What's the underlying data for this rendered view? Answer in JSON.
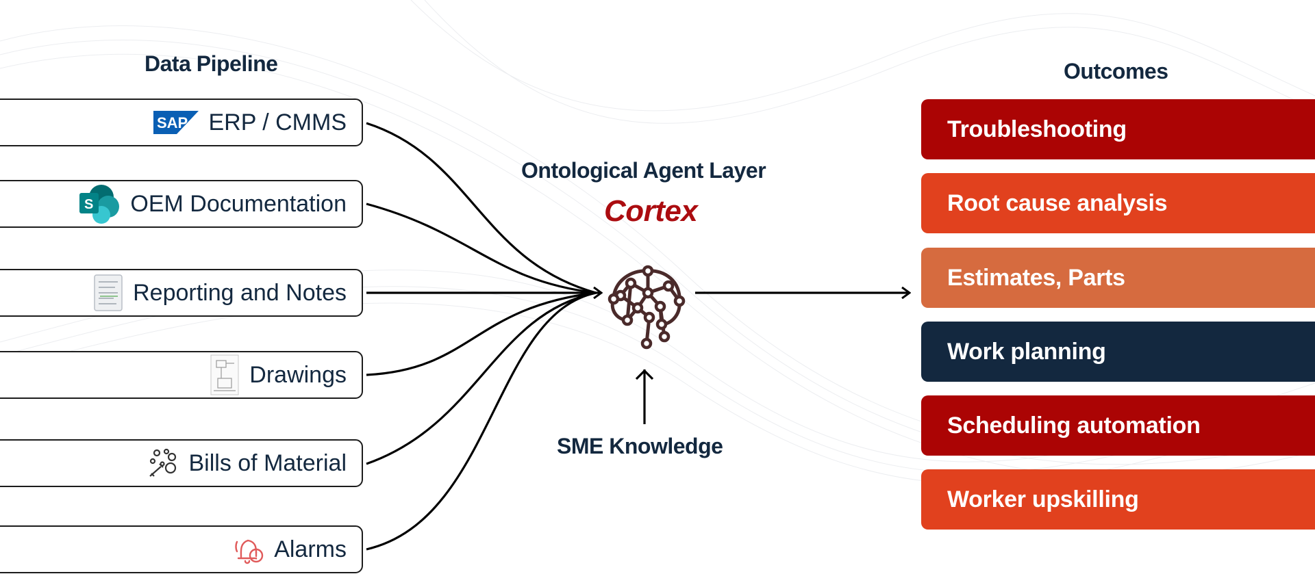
{
  "headings": {
    "data_pipeline": "Data Pipeline",
    "outcomes": "Outcomes",
    "agent_layer": "Ontological Agent Layer",
    "cortex": "Cortex",
    "sme": "SME Knowledge"
  },
  "sources": [
    {
      "label": "ERP / CMMS",
      "icon": "sap-logo-icon",
      "logo_text": "SAP"
    },
    {
      "label": "OEM Documentation",
      "icon": "sharepoint-icon",
      "logo_text": "S"
    },
    {
      "label": "Reporting and Notes",
      "icon": "report-document-icon"
    },
    {
      "label": "Drawings",
      "icon": "drawing-sheet-icon"
    },
    {
      "label": "Bills of Material",
      "icon": "parts-tools-icon"
    },
    {
      "label": "Alarms",
      "icon": "alarm-bell-icon"
    }
  ],
  "outcomes": [
    {
      "label": "Troubleshooting",
      "color": "#ab0404"
    },
    {
      "label": "Root cause analysis",
      "color": "#e1411e"
    },
    {
      "label": "Estimates, Parts",
      "color": "#d66b3f"
    },
    {
      "label": "Work planning",
      "color": "#13283f"
    },
    {
      "label": "Scheduling automation",
      "color": "#ab0404"
    },
    {
      "label": "Worker upskilling",
      "color": "#e1411e"
    }
  ],
  "colors": {
    "heading": "#13283f",
    "accent": "#ab0c10",
    "brain": "#4a2a2a",
    "connector": "#000000"
  },
  "cortex_icon": "neural-brain-icon"
}
